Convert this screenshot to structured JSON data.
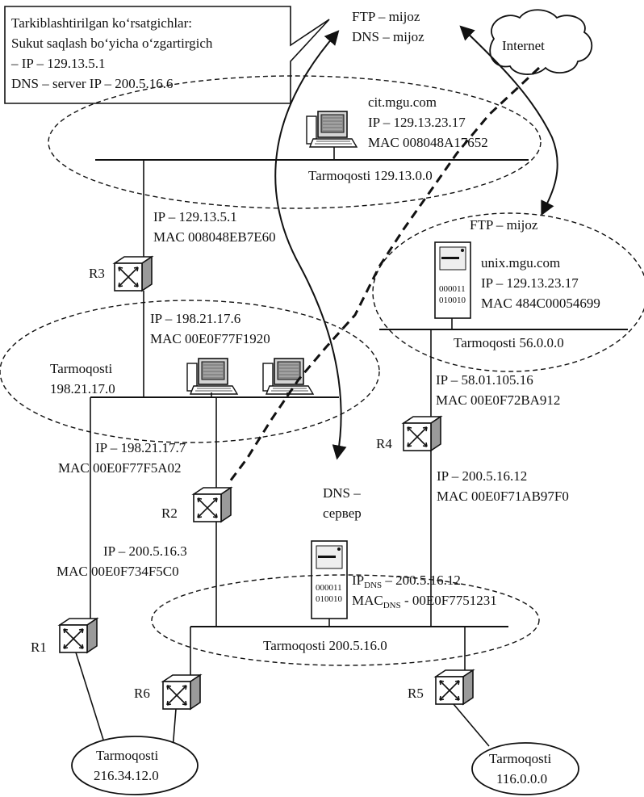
{
  "callout": {
    "line1": "Tarkiblashtirilgan ko‘rsatgichlar:",
    "line2": "Sukut saqlash bo‘yicha o‘zgartirgich",
    "line3": "–      IP – 129.13.5.1",
    "line4": "DNS – server  IP – 200.5.16.6"
  },
  "ftp_dns_client": {
    "ftp": "FTP – mijoz",
    "dns": "DNS – mijoz"
  },
  "internet": {
    "label": "Internet"
  },
  "host_cit": {
    "name": "cit.mgu.com",
    "ip": "IP – 129.13.23.17",
    "mac": "MAC 008048A17652"
  },
  "net_129": {
    "label": "Tarmoqosti 129.13.0.0"
  },
  "r3": {
    "label": "R3",
    "top_ip": "IP – 129.13.5.1",
    "top_mac": "MAC 008048EB7E60",
    "bottom_ip": "IP – 198.21.17.6",
    "bottom_mac": "MAC 00E0F77F1920"
  },
  "ftp_unix": {
    "label": "FTP – mijoz"
  },
  "host_unix": {
    "name": "unix.mgu.com",
    "ip": "IP – 129.13.23.17",
    "mac": "MAC 484C00054699"
  },
  "net_56": {
    "label": "Tarmoqosti 56.0.0.0"
  },
  "net_198": {
    "line1": "Tarmoqosti",
    "line2": "198.21.17.0"
  },
  "r4": {
    "label": "R4",
    "top_ip": "IP – 58.01.105.16",
    "top_mac": "MAC 00E0F72BA912",
    "bottom_ip": "IP – 200.5.16.12",
    "bottom_mac": "MAC 00E0F71AB97F0"
  },
  "r2": {
    "label": "R2",
    "top_ip": "IP – 198.21.17.7",
    "top_mac": "MAC 00E0F77F5A02",
    "bottom_ip": "IP – 200.5.16.3",
    "bottom_mac": "MAC 00E0F734F5C0"
  },
  "dns_server": {
    "line1": "DNS –",
    "line2": "сервер",
    "ip_prefix": "IP",
    "ip_sub": "DNS",
    "ip_value": " – 200.5.16.12",
    "mac_prefix": "MAC",
    "mac_sub": "DNS",
    "mac_value": " - 00E0F7751231",
    "digits1": "000011",
    "digits2": "010010"
  },
  "unix_digits": {
    "digits1": "000011",
    "digits2": "010010"
  },
  "net_200": {
    "label": "Tarmoqosti 200.5.16.0"
  },
  "r1": {
    "label": "R1"
  },
  "r6": {
    "label": "R6"
  },
  "r5": {
    "label": "R5"
  },
  "net_216": {
    "line1": "Tarmoqosti",
    "line2": "216.34.12.0"
  },
  "net_116": {
    "line1": "Tarmoqosti",
    "line2": "116.0.0.0"
  }
}
